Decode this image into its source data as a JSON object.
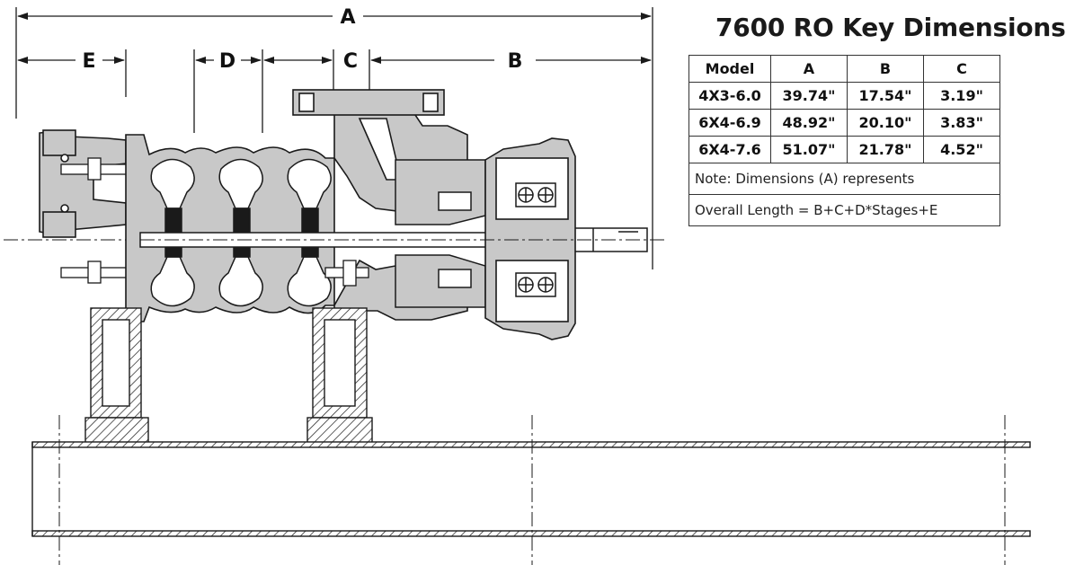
{
  "dimension_labels": {
    "A": "A",
    "B": "B",
    "C": "C",
    "D": "D",
    "E": "E"
  },
  "table": {
    "title": "7600 RO Key Dimensions",
    "headers": [
      "Model",
      "A",
      "B",
      "C"
    ],
    "rows": [
      [
        "4X3-6.0",
        "39.74\"",
        "17.54\"",
        "3.19\""
      ],
      [
        "6X4-6.9",
        "48.92\"",
        "20.10\"",
        "3.83\""
      ],
      [
        "6X4-7.6",
        "51.07\"",
        "21.78\"",
        "4.52\""
      ]
    ],
    "note_1": "Note: Dimensions (A) represents",
    "note_2": "Overall Length = B+C+D*Stages+E"
  },
  "colors": {
    "casing_fill": "#c8c8c8",
    "line": "#1a1a1a",
    "background": "#ffffff"
  }
}
